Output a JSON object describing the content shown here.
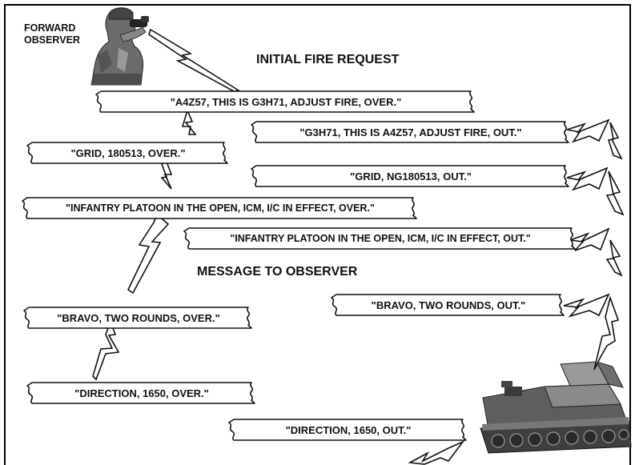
{
  "observer_label_line1": "FORWARD",
  "observer_label_line2": "OBSERVER",
  "heading_initial": "INITIAL FIRE REQUEST",
  "heading_message": "MESSAGE TO OBSERVER",
  "messages": {
    "m1": "\"A4Z57, THIS IS G3H71, ADJUST FIRE, OVER.\"",
    "m2": "\"G3H71, THIS IS A4Z57, ADJUST FIRE, OUT.\"",
    "m3": "\"GRID, 180513, OVER.\"",
    "m4": "\"GRID, NG180513, OUT.\"",
    "m5": "\"INFANTRY PLATOON IN THE OPEN, ICM, I/C IN EFFECT, OVER.\"",
    "m6": "\"INFANTRY PLATOON IN THE OPEN, ICM, I/C IN EFFECT, OUT.\"",
    "m7": "\"BRAVO, TWO ROUNDS, OVER.\"",
    "m8": "\"BRAVO, TWO ROUNDS, OUT.\"",
    "m9": "\"DIRECTION, 1650, OVER.\"",
    "m10": "\"DIRECTION, 1650, OUT.\""
  },
  "icons": {
    "observer": "soldier-with-binoculars-icon",
    "vehicle": "tracked-fire-direction-vehicle-icon",
    "radio": "lightning-bolt-icon"
  }
}
